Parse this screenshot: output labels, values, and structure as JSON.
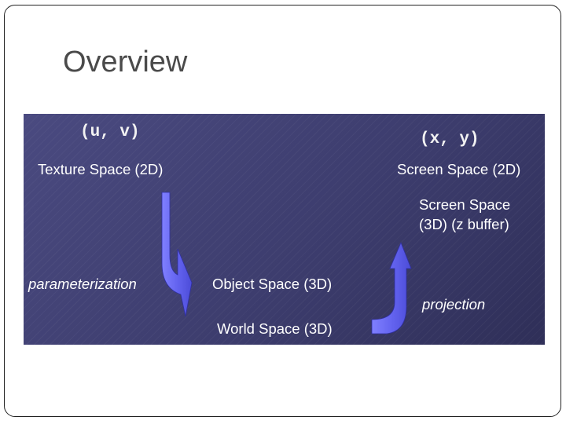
{
  "slide": {
    "title": "Overview"
  },
  "diagram": {
    "uv_label": "(u, v)",
    "xy_label": "(x, y)",
    "texture_space": "Texture Space (2D)",
    "screen_space_2d": "Screen Space (2D)",
    "screen_space_3d_line1": "Screen Space",
    "screen_space_3d_line2": "(3D) (z buffer)",
    "parameterization": "parameterization",
    "object_space": "Object Space (3D)",
    "world_space": "World Space (3D)",
    "projection": "projection",
    "colors": {
      "panel_bg": "#3d3d6e",
      "arrow_fill": "#6464f0",
      "text": "#ffffff"
    }
  }
}
